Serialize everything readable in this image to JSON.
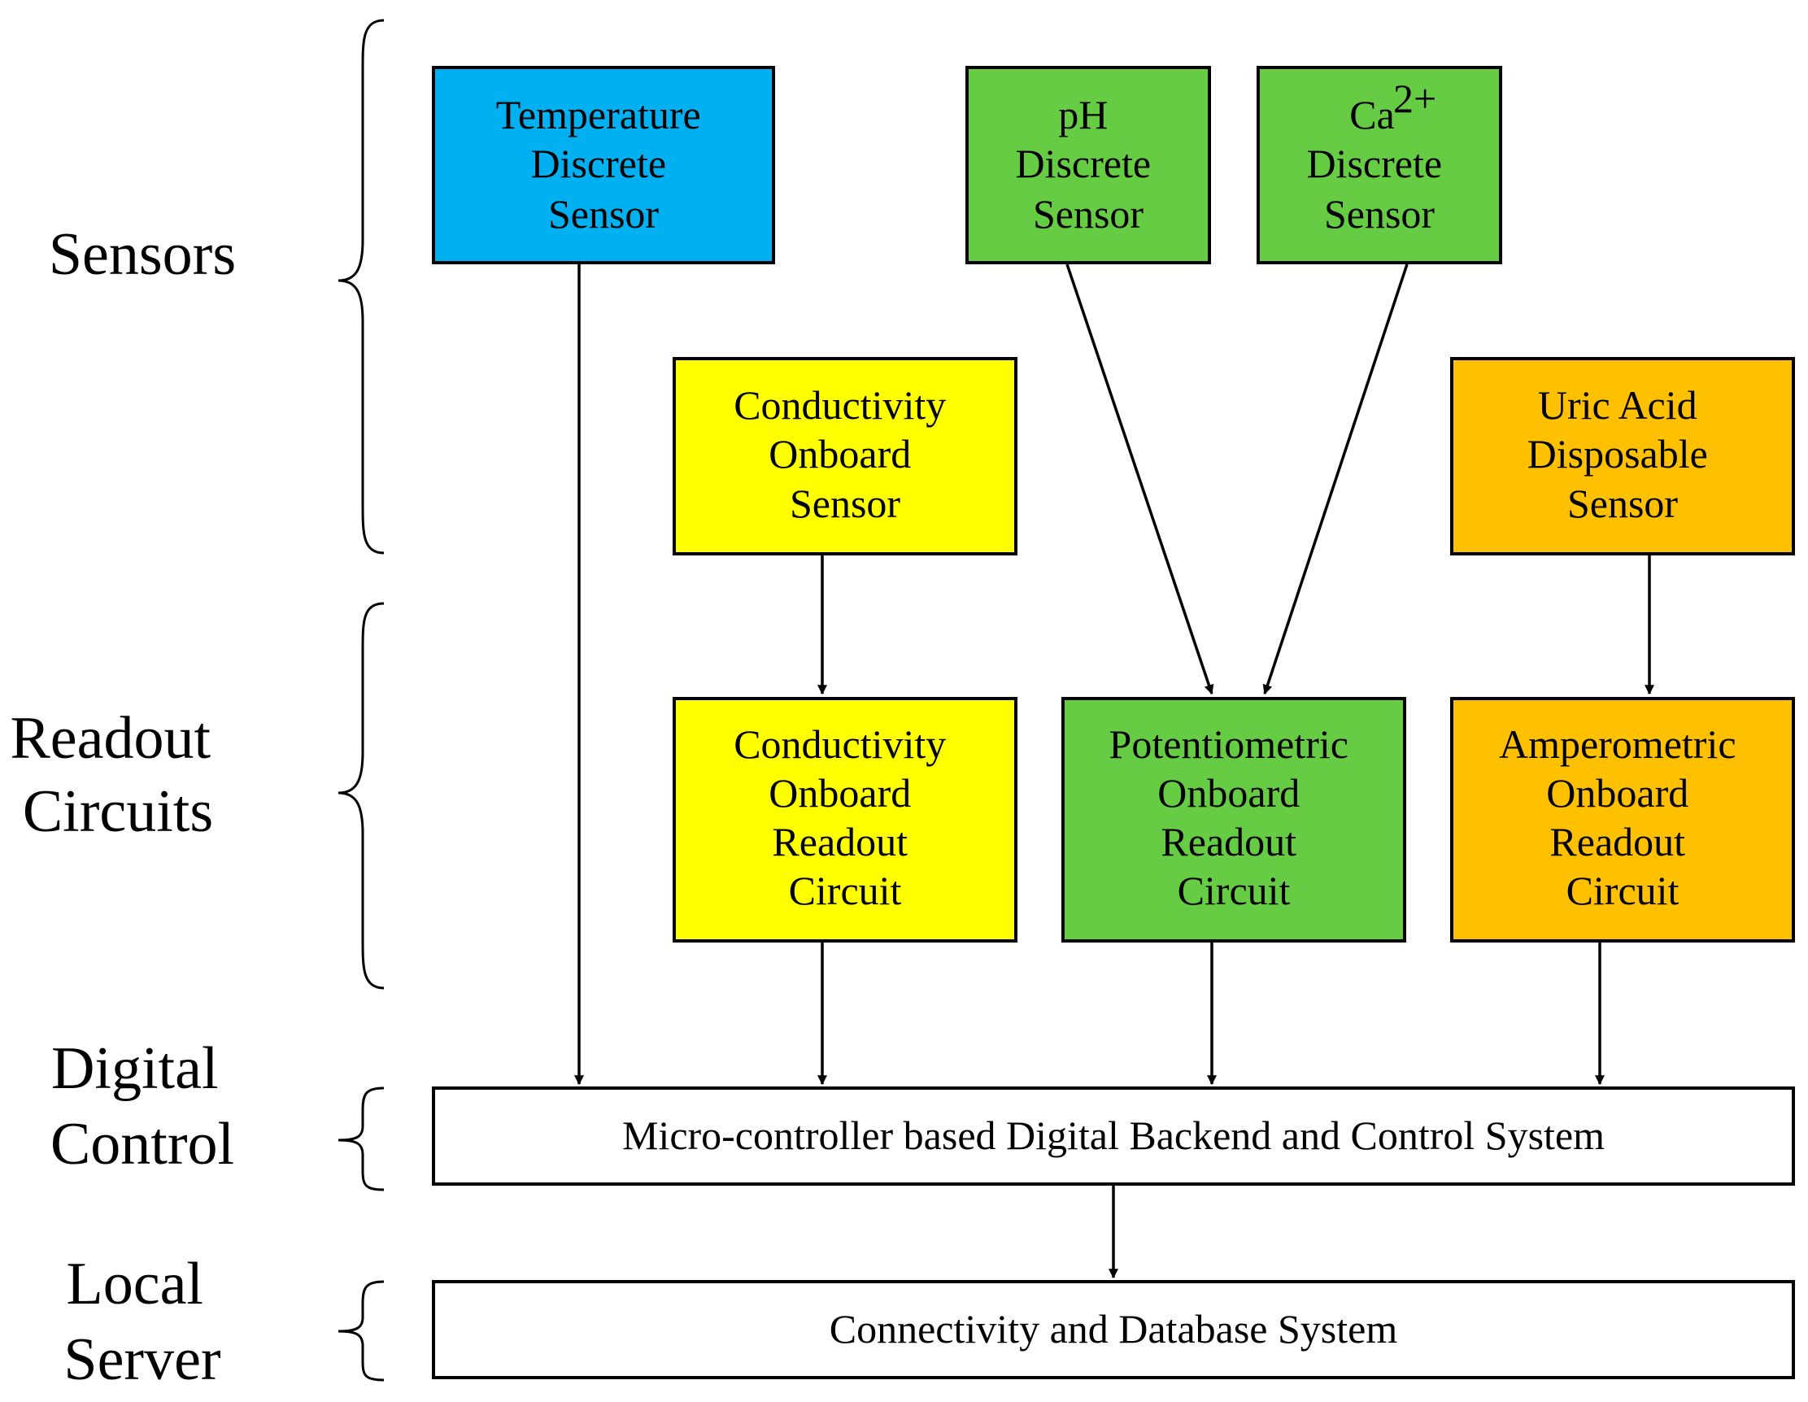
{
  "tiers": {
    "sensors": [
      "Sensors"
    ],
    "readout": [
      "Readout",
      "Circuits"
    ],
    "digital": [
      "Digital",
      "Control"
    ],
    "server": [
      "Local",
      "Server"
    ]
  },
  "nodes": {
    "temperature_sensor": {
      "lines": [
        "Temperature",
        "Discrete",
        "Sensor"
      ],
      "color": "#00b0f0"
    },
    "ph_sensor": {
      "lines": [
        "pH",
        "Discrete",
        "Sensor"
      ],
      "color": "#66cc44"
    },
    "calcium_sensor": {
      "lines": [
        "Ca",
        "Discrete",
        "Sensor"
      ],
      "superscript": "2+",
      "color": "#66cc44"
    },
    "conductivity_sensor": {
      "lines": [
        "Conductivity",
        "Onboard",
        "Sensor"
      ],
      "color": "#ffff00"
    },
    "uric_acid_sensor": {
      "lines": [
        "Uric Acid",
        "Disposable",
        "Sensor"
      ],
      "color": "#ffc000"
    },
    "conductivity_readout": {
      "lines": [
        "Conductivity",
        "Onboard",
        "Readout",
        "Circuit"
      ],
      "color": "#ffff00"
    },
    "potentiometric_readout": {
      "lines": [
        "Potentiometric",
        "Onboard",
        "Readout",
        "Circuit"
      ],
      "color": "#66cc44"
    },
    "amperometric_readout": {
      "lines": [
        "Amperometric",
        "Onboard",
        "Readout",
        "Circuit"
      ],
      "color": "#ffc000"
    }
  },
  "bars": {
    "digital_backend": "Micro-controller based Digital Backend and Control System",
    "database": "Connectivity and Database System"
  }
}
